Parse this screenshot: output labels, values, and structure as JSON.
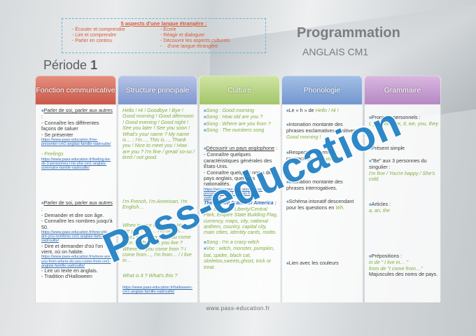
{
  "aspects": {
    "title": "5 aspects d'une langue étrangère :",
    "left": [
      "Écouter et comprendre",
      "Lire et comprendre",
      "Parler en continu"
    ],
    "right": [
      "Écrire",
      "Réagir et dialoguer",
      "Découvrir les aspects culturels",
      "d'une langue étrangère"
    ]
  },
  "title": "Programmation",
  "subtitle": "ANGLAIS CM1",
  "periode_label": "Période",
  "periode_num": "1",
  "headers": {
    "c1": "Fonction communicative",
    "c2": "Structure principale",
    "c3": "Culture",
    "c4": "Phonologie",
    "c5": "Grammaire"
  },
  "c1": {
    "a_title": "Parler de soi, parler aux autres",
    "a_l1": "- Connaître les différentes façons de saluer",
    "a_l2": "- Se présenter",
    "a_link": "https://www.pass-education.fr/se-presenter-cm1-anglais-famille-vadrouille/",
    "a_feel": "- Feelings",
    "a_link2": "https://www.pass-education.fr/feeling-be-ok-3-personnes-i-he-she-cm1-anglais-sommaire-famille-vadrouille/",
    "b_title": "Parler de soi, parler aux autres",
    "b_l1": "- Demander et dire son âge.",
    "b_l2": "- Connaître les nombres jusqu'à 50.",
    "b_link": "https://www.pass-education.fr/how-old-are-you-nombres-cm1-anglais-famille-vadrouille/",
    "b_l3": "- Dire et demander d'où l'on vient, où on habite.",
    "b_link2": "https://www.pass-education.fr/where-are-you-from-where-do-you-come-from-cm1-anglais-famille-vadrouille/",
    "b_l4": "- Lire un texte en anglais.",
    "b_l5": "- Tradition d'Halloween"
  },
  "c2": {
    "a": "Hello ! Hi ! Goodbye ! Bye ! Good morning ! Good afternoon ! Good evening ! Good night ! See you later ! See you soon ! What's your name ? My name is… ; I'm…, This is…, Thank you ! Nice to meet you ! How are you ? I'm fine / great/ so-so / tired / not good.",
    "b": "I'm French, I'm American, I'm English…",
    "c": "When is your birthday ? How old are you ? I'm… He/She is… years old. Where do you come from ? Where do you live ? Where do you come from ? I come from…, I'm from… / I live in…",
    "d": "What is it ? What's this ?",
    "link": "https://www.pass-education.fr/halloween-cm1-anglais-famille-vadrouille/"
  },
  "c3": {
    "s1": "Song : Good morning",
    "s2": "Song : How old are you ?",
    "s3": "Song : Where are you from ?",
    "s4": "Song : The numbers song",
    "d_title": "Découvrir un pays anglophone",
    "d_l1": "- Connaître quelques caractéristiques générales des États-Unis.",
    "d_l2": "- Connaître quelques noms de pays anglais, quelques nationalités.",
    "link": "https://www.pass-education.fr/usa-presentation-cm1-anglais-famille-vadrouille/",
    "usa": "The United States of America :",
    "usa_desc": "The statue of Liberty/Central Park, Empire State Building Flag, currency, maps, city, national anthem, country, capital city, main cities, identity cards, motto.",
    "s5": "Song : I'm a crazy witch",
    "voc": "Voc : witch, monster, pumpkin, bat, spider, black cat, skeleton,sweets,ghost, trick or treat."
  },
  "c4": {
    "p1a": "Le « h » de",
    "p1b": "Hello ! Hi !",
    "p2a": "Intonation montante des phrases exclamatives positives :",
    "p2b": "Good morning !",
    "p3a": "Respect des formes contractées :",
    "p3b": "I'm, you're…",
    "p4": "Intonation montante des phrases interrogatives.",
    "p5a": "Schéma intonatif descendant pour les questions en",
    "p5b": "Wh.",
    "p6": "Lien avec les couleurs"
  },
  "c5": {
    "g1": "Pronoms personnels :",
    "g1b": "I, you, he, she, it, we, you, they",
    "g2": "Présent simple",
    "g3a": "\"Be\" aux 3 personnes du singulier :",
    "g3b": "I'm fine / You're happy / She's cold.",
    "g4a": "Articles :",
    "g4b": "a, an, the",
    "g5": "Prépositions :",
    "g5b": "in de \" I live in… \"",
    "g5c": "from de \"I come from…\"",
    "g5d": "Majuscules des noms de pays."
  },
  "footer": "www.pass-education.fr",
  "watermark": "Pass-education"
}
